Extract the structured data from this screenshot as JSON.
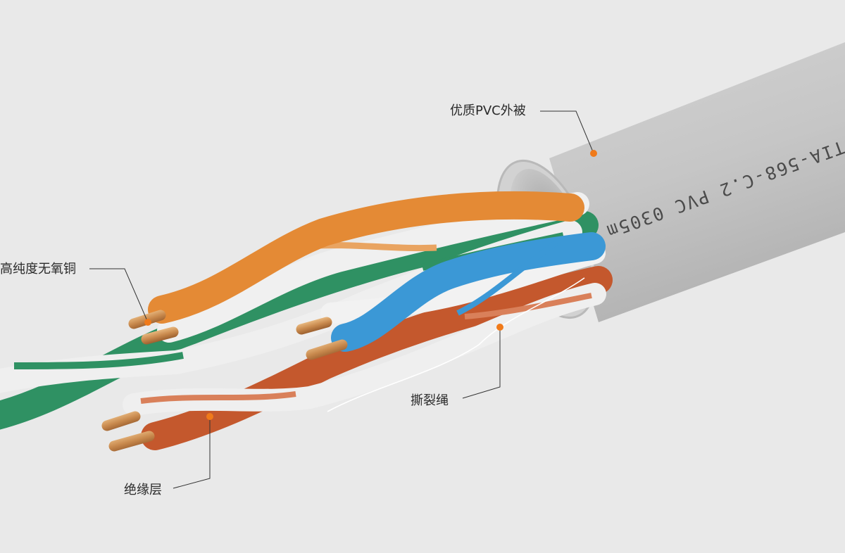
{
  "callouts": {
    "jacket": "优质PVC外被",
    "copper": "高纯度无氧铜",
    "ripcord": "撕裂绳",
    "insulation": "绝缘层"
  },
  "cable_print": "TIA-568-C.2  PVC   0305m",
  "colors": {
    "background": "#e9e9e9",
    "jacket": "#c8c8c8",
    "orange": "#e48a35",
    "green": "#2f9163",
    "blue": "#3b98d6",
    "brown": "#c4582d",
    "white_wire": "#f2f2f2",
    "copper": "#c98a4e",
    "marker_dot": "#f07a1a",
    "leader_line": "#333333"
  }
}
